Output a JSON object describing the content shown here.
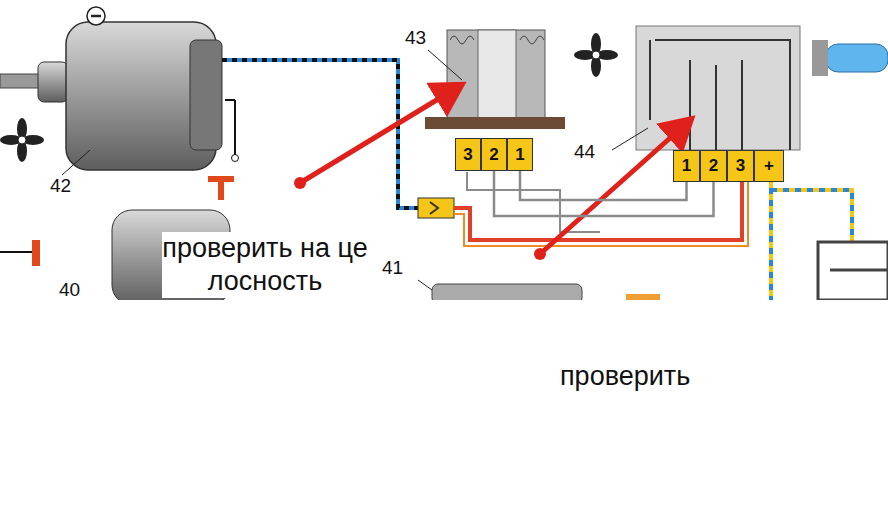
{
  "diagram": {
    "nodes": [
      {
        "text": [
          "3"
        ]
      },
      {
        "text": [
          "2"
        ]
      },
      {
        "text": [
          "1"
        ]
      },
      {
        "text": [
          "1"
        ]
      },
      {
        "text": [
          "2"
        ]
      },
      {
        "text": [
          "3"
        ]
      },
      {
        "text": [
          "+"
        ]
      }
    ],
    "edges": [
      {
        "from": 2,
        "to": 3,
        "arrow": "none"
      },
      {
        "from": 1,
        "to": 4,
        "arrow": "none"
      }
    ],
    "labels": [
      "42",
      "43",
      "44",
      "40",
      "41",
      "проверить на целосность",
      "проверить"
    ]
  }
}
